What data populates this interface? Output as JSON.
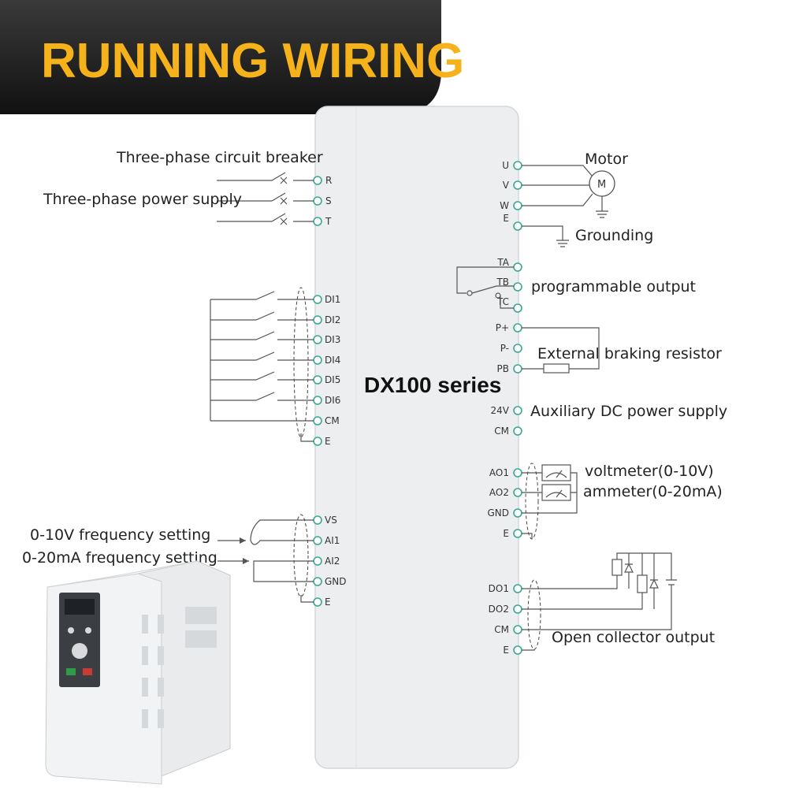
{
  "banner": {
    "title": "RUNNING WIRING"
  },
  "device": {
    "model": "DX100 series"
  },
  "labels": {
    "breaker": "Three-phase circuit breaker",
    "power": "Three-phase power supply",
    "motor": "Motor",
    "motor_symbol": "M",
    "grounding": "Grounding",
    "prog_output": "programmable output",
    "brake": "External braking resistor",
    "aux_dc": "Auxiliary DC power supply",
    "voltmeter": "voltmeter(0-10V)",
    "ammeter": "ammeter(0-20mA)",
    "freq_v": "0-10V frequency setting",
    "freq_a": "0-20mA frequency setting",
    "open_collector": "Open collector output"
  },
  "terminals": {
    "left": [
      "R",
      "S",
      "T",
      "DI1",
      "DI2",
      "DI3",
      "DI4",
      "DI5",
      "DI6",
      "CM",
      "E",
      "VS",
      "AI1",
      "AI2",
      "GND",
      "E"
    ],
    "right": [
      "U",
      "V",
      "W",
      "E",
      "TA",
      "TB",
      "TC",
      "P+",
      "P-",
      "PB",
      "24V",
      "CM",
      "AO1",
      "AO2",
      "GND",
      "E",
      "DO1",
      "DO2",
      "CM",
      "E"
    ]
  },
  "colors": {
    "banner_bg": "#1a1a1a",
    "banner_text": "#f6b21a",
    "terminal": "#3aa893"
  }
}
